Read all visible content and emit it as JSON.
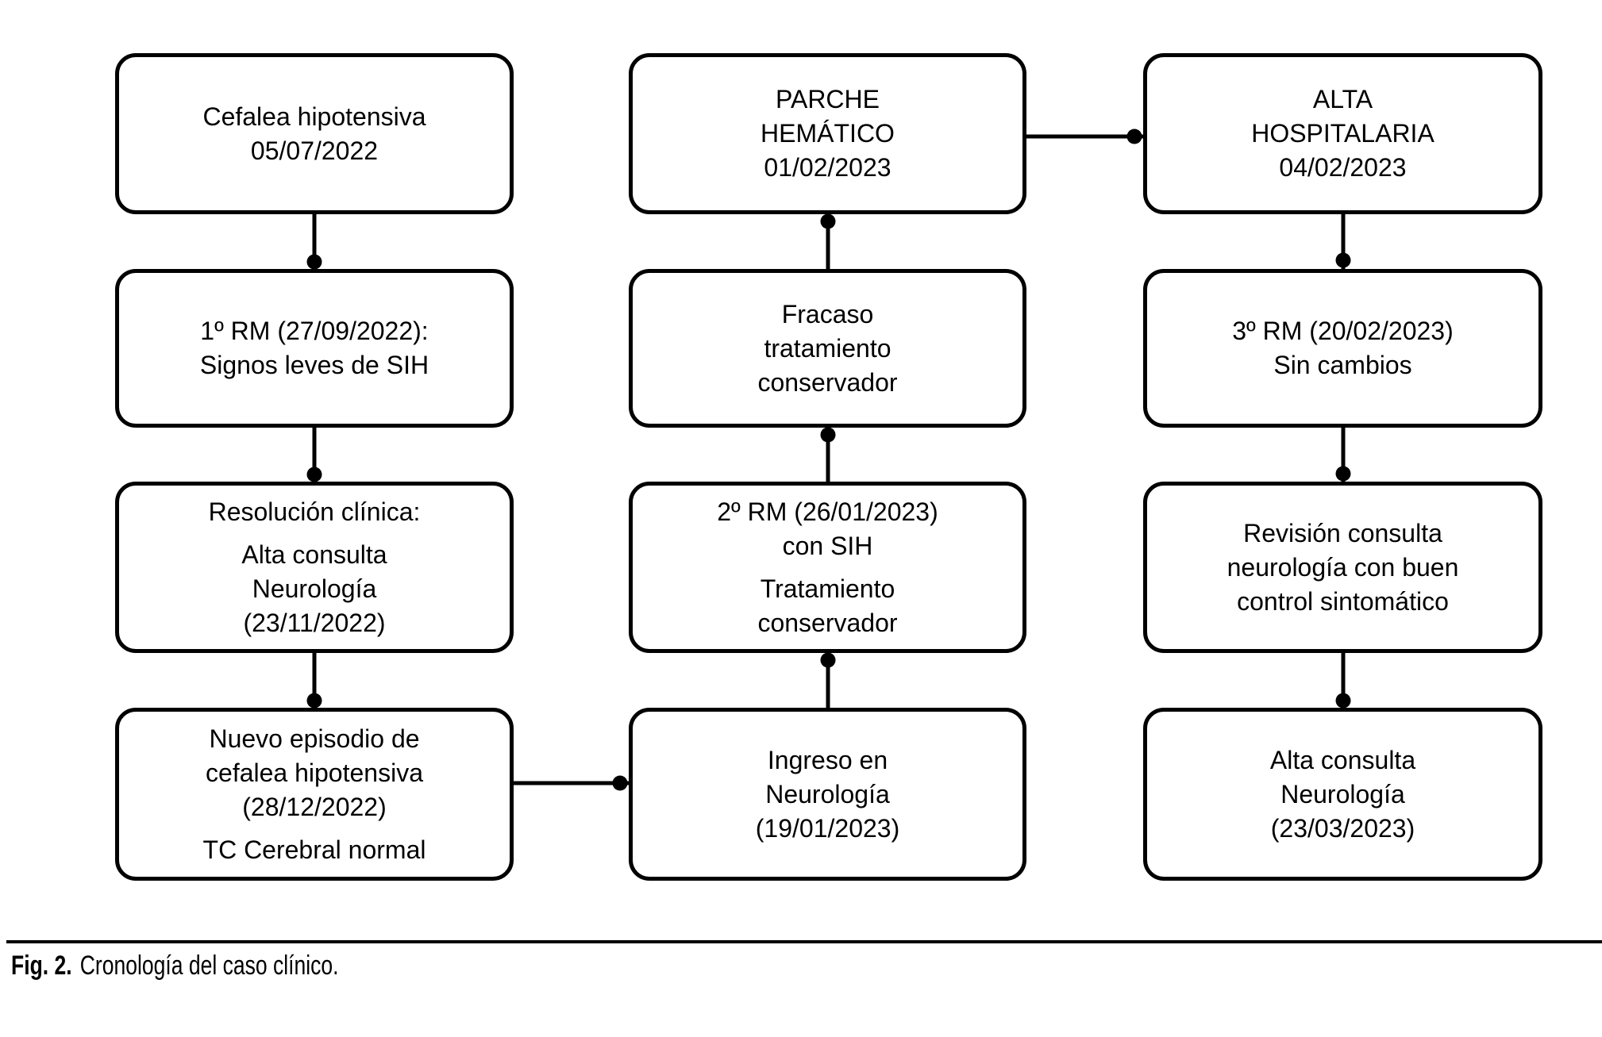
{
  "colors": {
    "line": "#000000",
    "background": "#ffffff",
    "text": "#000000"
  },
  "caption": {
    "label": "Fig. 2.",
    "text": "Cronología del caso clínico."
  },
  "diagram": {
    "columns": [
      {
        "boxes": [
          {
            "paras": [
              "Cefalea hipotensiva\n05/07/2022"
            ]
          },
          {
            "paras": [
              "1º RM (27/09/2022):\nSignos leves de SIH"
            ]
          },
          {
            "paras": [
              "Resolución clínica:",
              "Alta consulta\nNeurología\n(23/11/2022)"
            ]
          },
          {
            "paras": [
              "Nuevo episodio de\ncefalea hipotensiva\n(28/12/2022)",
              "TC Cerebral normal"
            ]
          }
        ]
      },
      {
        "boxes": [
          {
            "paras": [
              "PARCHE\nHEMÁTICO\n01/02/2023"
            ]
          },
          {
            "paras": [
              "Fracaso\ntratamiento\nconservador"
            ]
          },
          {
            "paras": [
              "2º RM (26/01/2023)\ncon SIH",
              "Tratamiento\nconservador"
            ]
          },
          {
            "paras": [
              "Ingreso en\nNeurología\n(19/01/2023)"
            ]
          }
        ]
      },
      {
        "boxes": [
          {
            "paras": [
              "ALTA\nHOSPITALARIA\n04/02/2023"
            ]
          },
          {
            "paras": [
              "3º RM (20/02/2023)\nSin cambios"
            ]
          },
          {
            "paras": [
              "Revisión consulta\nneurología con buen\ncontrol sintomático"
            ]
          },
          {
            "paras": [
              "Alta consulta\nNeurología\n(23/03/2023)"
            ]
          }
        ]
      }
    ]
  }
}
